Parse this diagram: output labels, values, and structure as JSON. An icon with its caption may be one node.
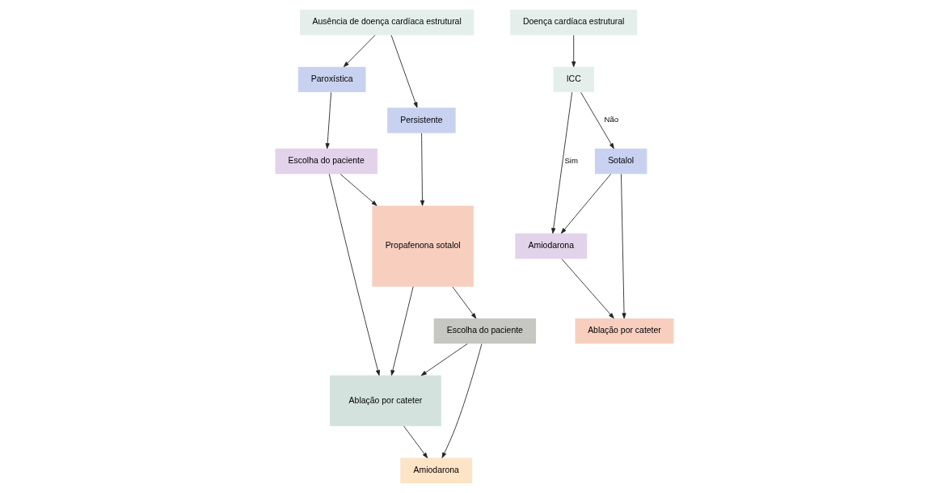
{
  "diagram": {
    "nodes": [
      {
        "text": [
          "Ausência de doença cardíaca estrutural"
        ]
      },
      {
        "text": [
          "Paroxística"
        ]
      },
      {
        "text": [
          "Persistente"
        ]
      },
      {
        "text": [
          "Escolha do paciente"
        ]
      },
      {
        "text": [
          "Ablação por cateter"
        ]
      },
      {
        "text": [
          "Propafenona sotalol"
        ]
      },
      {
        "text": [
          "Amiodarona"
        ]
      },
      {
        "text": [
          "Escolha do paciente"
        ]
      },
      {
        "text": [
          "Doença cardíaca estrutural"
        ]
      },
      {
        "text": [
          "ICC"
        ]
      },
      {
        "text": [
          "Amiodarona"
        ]
      },
      {
        "text": [
          "Sotalol"
        ]
      },
      {
        "text": [
          "Ablação por cateter"
        ]
      }
    ],
    "edges": [
      {
        "from": 0,
        "to": 1,
        "arrow": "to"
      },
      {
        "from": 0,
        "to": 2,
        "arrow": "to"
      },
      {
        "from": 1,
        "to": 3,
        "arrow": "to"
      },
      {
        "from": 3,
        "to": 5,
        "arrow": "to"
      },
      {
        "from": 2,
        "to": 5,
        "arrow": "to"
      },
      {
        "from": 3,
        "to": 4,
        "arrow": "to"
      },
      {
        "from": 5,
        "to": 4,
        "arrow": "to"
      },
      {
        "from": 5,
        "to": 7,
        "arrow": "to"
      },
      {
        "from": 4,
        "to": 6,
        "arrow": "to"
      },
      {
        "from": 7,
        "to": 4,
        "arrow": "to"
      },
      {
        "from": 7,
        "to": 6,
        "arrow": "to"
      },
      {
        "from": 8,
        "to": 9,
        "arrow": "to"
      },
      {
        "from": 9,
        "to": 10,
        "arrow": "to",
        "label": "Sim"
      },
      {
        "from": 9,
        "to": 11,
        "arrow": "to",
        "label": "Não"
      },
      {
        "from": 11,
        "to": 10,
        "arrow": "to"
      },
      {
        "from": 10,
        "to": 12,
        "arrow": "to"
      },
      {
        "from": 11,
        "to": 12,
        "arrow": "to"
      }
    ]
  }
}
